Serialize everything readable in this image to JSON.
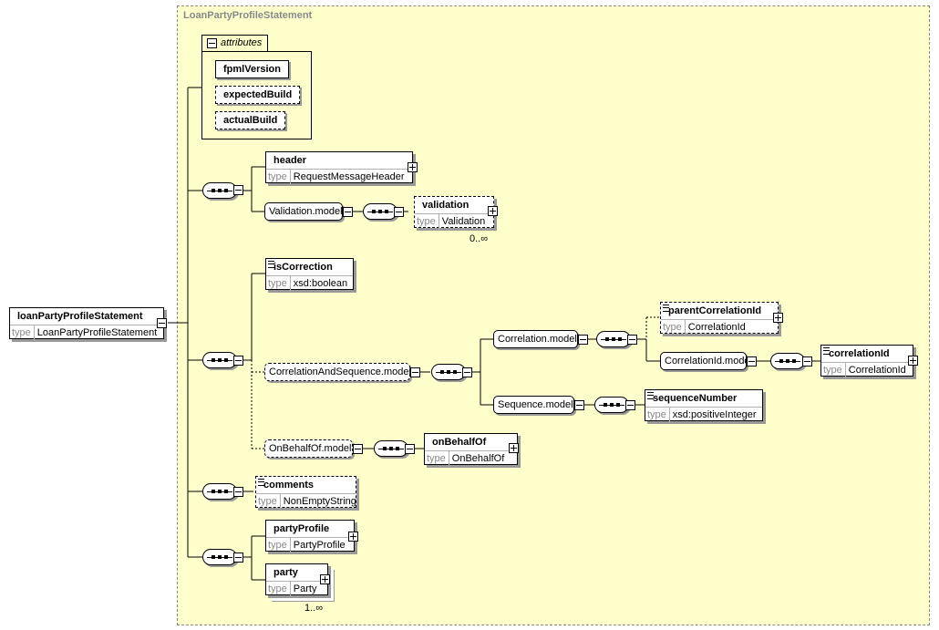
{
  "complex_type": "LoanPartyProfileStatement",
  "type_key": "type",
  "attributes": {
    "label": "attributes",
    "items": [
      {
        "name": "fpmlVersion",
        "optional": false
      },
      {
        "name": "expectedBuild",
        "optional": true
      },
      {
        "name": "actualBuild",
        "optional": true
      }
    ]
  },
  "root": {
    "name": "loanPartyProfileStatement",
    "type": "LoanPartyProfileStatement"
  },
  "elements": {
    "header": {
      "name": "header",
      "type": "RequestMessageHeader"
    },
    "validation": {
      "name": "validation",
      "type": "Validation",
      "occurs": "0..∞"
    },
    "isCorrection": {
      "name": "isCorrection",
      "type": "xsd:boolean"
    },
    "parentCorrelationId": {
      "name": "parentCorrelationId",
      "type": "CorrelationId"
    },
    "correlationId": {
      "name": "correlationId",
      "type": "CorrelationId"
    },
    "sequenceNumber": {
      "name": "sequenceNumber",
      "type": "xsd:positiveInteger"
    },
    "onBehalfOf": {
      "name": "onBehalfOf",
      "type": "OnBehalfOf"
    },
    "comments": {
      "name": "comments",
      "type": "NonEmptyString"
    },
    "partyProfile": {
      "name": "partyProfile",
      "type": "PartyProfile"
    },
    "party": {
      "name": "party",
      "type": "Party",
      "occurs": "1..∞"
    }
  },
  "groups": {
    "validation_model": "Validation.model",
    "correlation_and_sequence_model": "CorrelationAndSequence.model",
    "correlation_model": "Correlation.model",
    "correlation_id_model": "CorrelationId.model",
    "sequence_model": "Sequence.model",
    "on_behalf_of_model": "OnBehalfOf.model"
  },
  "colors": {
    "type_area_fill": "#ffffcc",
    "type_area_border": "#888888",
    "shadow": "#999999",
    "type_key_text": "#8a8a8a"
  }
}
